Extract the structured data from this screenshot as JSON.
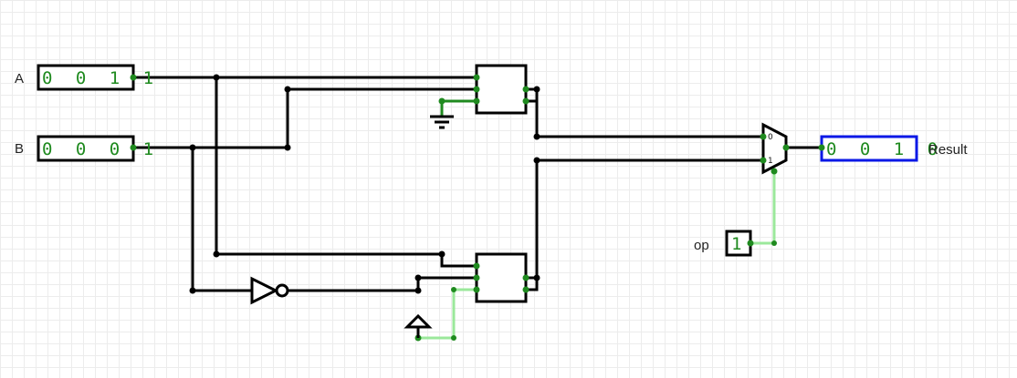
{
  "circuit": {
    "input_a": {
      "label": "A",
      "value": "0 0 1 1"
    },
    "input_b": {
      "label": "B",
      "value": "0 0 0 1"
    },
    "op": {
      "label": "op",
      "value": "1"
    },
    "result": {
      "label": "Result",
      "value": "0 0 1 0"
    },
    "mux": {
      "in0": "0",
      "in1": "1"
    }
  },
  "colors": {
    "wire_low": "#000000",
    "wire_high": "#9be89b",
    "pin": "#1f8a1f",
    "output_border": "#0a18e6",
    "grid": "#ececec"
  },
  "icons": [
    "ground-icon",
    "power-icon",
    "not-gate-icon",
    "adder-icon",
    "multiplexer-icon"
  ]
}
